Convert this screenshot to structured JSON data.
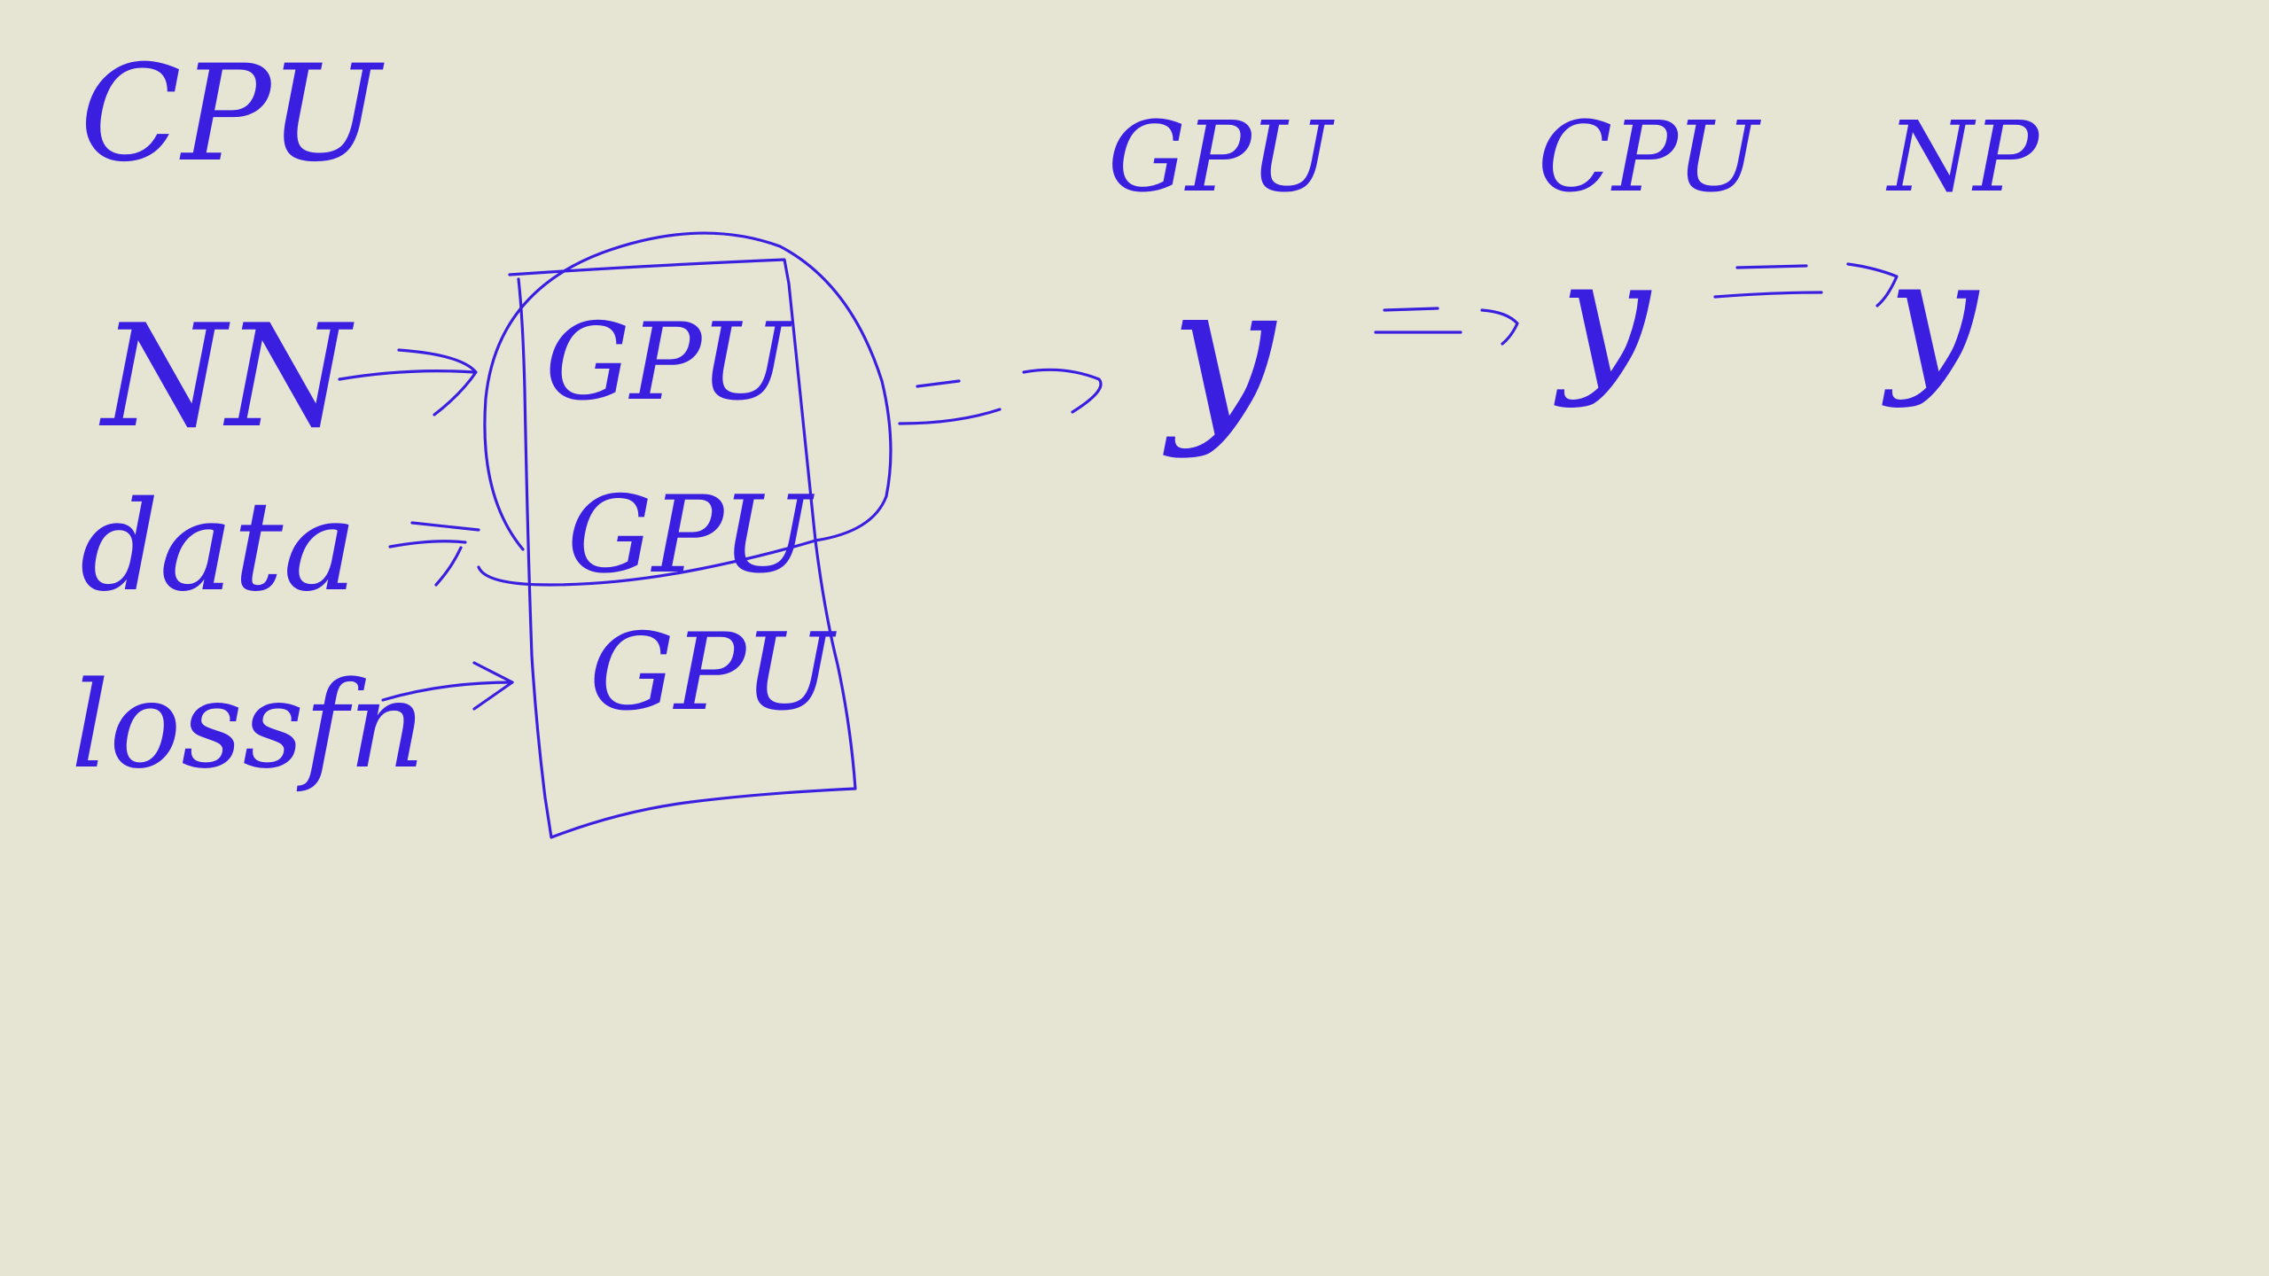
{
  "whiteboard": {
    "background_color": "#e6e5d4",
    "ink_color": "#3a1fe0",
    "labels": {
      "top_left": "CPU",
      "nn": "NN",
      "data": "data",
      "loss_fn": "lossfn",
      "box_gpu_1": "GPU",
      "box_gpu_2": "GPU",
      "box_gpu_3": "GPU",
      "y_gpu_header": "GPU",
      "y_cpu_header": "CPU",
      "y_np_header": "NP",
      "y_gpu": "y",
      "y_cpu": "y",
      "y_np": "y"
    }
  }
}
